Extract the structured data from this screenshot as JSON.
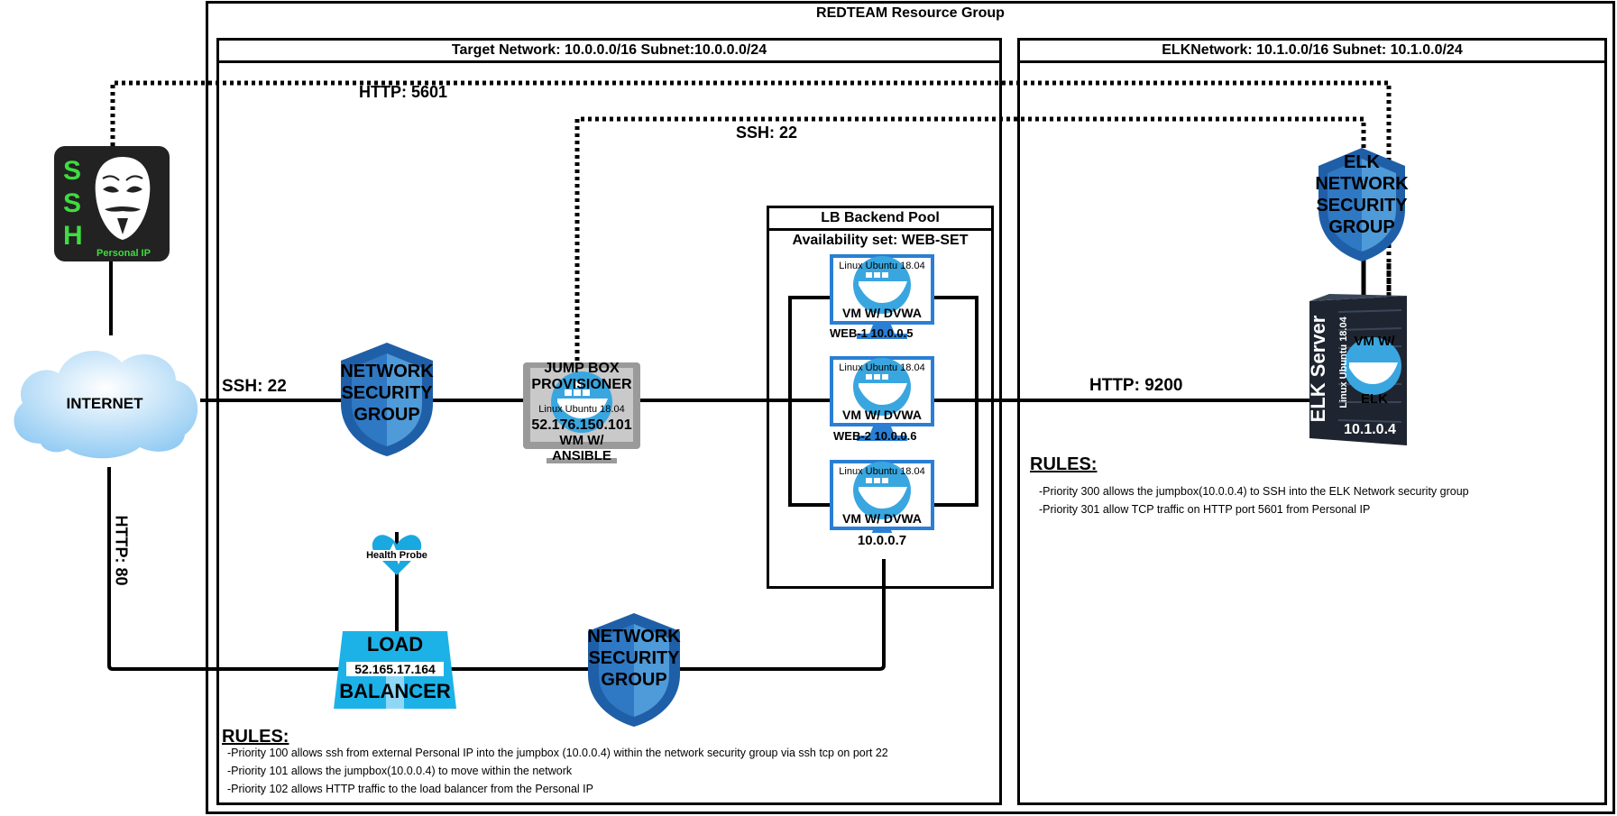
{
  "resource_group": {
    "title": "REDTEAM Resource Group"
  },
  "target_network": {
    "title": "Target Network: 10.0.0.0/16 Subnet:10.0.0.0/24"
  },
  "elk_network": {
    "title": "ELKNetwork: 10.1.0.0/16 Subnet: 10.1.0.0/24"
  },
  "ssh_user": {
    "letters": [
      "S",
      "S",
      "H"
    ],
    "caption": "Personal IP"
  },
  "internet": {
    "label": "INTERNET"
  },
  "connections": {
    "http_5601": "HTTP: 5601",
    "ssh_22_top": "SSH: 22",
    "ssh_22_left": "SSH: 22",
    "http_80": "HTTP: 80",
    "http_9200": "HTTP: 9200"
  },
  "nsg_target": {
    "lines": [
      "NETWORK",
      "SECURITY",
      "GROUP"
    ]
  },
  "nsg_lb": {
    "lines": [
      "NETWORK",
      "SECURITY",
      "GROUP"
    ]
  },
  "nsg_elk": {
    "lines": [
      "ELK",
      "NETWORK",
      "SECURITY",
      "GROUP"
    ]
  },
  "jumpbox": {
    "title_lines": [
      "JUMP BOX",
      "PROVISIONER"
    ],
    "os": "Linux Ubuntu 18.04",
    "ip": "52.176.150.101",
    "desc_lines": [
      "WM W/",
      "ANSIBLE"
    ]
  },
  "backend_pool": {
    "title": "LB Backend Pool",
    "availability_set": "Availability set: WEB-SET",
    "vms": [
      {
        "os": "Linux Ubuntu 18.04",
        "label": "VM W/ DVWA",
        "name": "WEB-1 10.0.0.5"
      },
      {
        "os": "Linux Ubuntu 18.04",
        "label": "VM W/ DVWA",
        "name": "WEB-2 10.0.0.6"
      },
      {
        "os": "Linux Ubuntu 18.04",
        "label": "VM W/ DVWA",
        "name": "10.0.0.7"
      }
    ]
  },
  "health_probe": {
    "label": "Health Probe"
  },
  "load_balancer": {
    "line1": "LOAD",
    "ip": "52.165.17.164",
    "line2": "BALANCER"
  },
  "elk_server": {
    "vertical_title": "ELK Server",
    "os": "Linux Ubuntu 18.04",
    "vm_label": "VM W/",
    "elk_label": "ELK",
    "ip": "10.1.0.4"
  },
  "target_rules": {
    "title": "RULES:",
    "items": [
      "-Priority 100 allows ssh from external Personal IP into the jumpbox (10.0.0.4) within the network security group via ssh tcp on port 22",
      "-Priority 101 allows the jumpbox(10.0.0.4) to move within the network",
      "-Priority 102 allows HTTP traffic to the load balancer from the Personal IP"
    ]
  },
  "elk_rules": {
    "title": "RULES:",
    "items": [
      "-Priority 300 allows the jumpbox(10.0.0.4) to SSH into the ELK Network security group",
      "-Priority 301 allow TCP traffic on HTTP port 5601 from Personal IP"
    ]
  },
  "colors": {
    "shield_dark": "#1f5fa8",
    "shield_light": "#4f9ad8",
    "monitor_blue": "#2a7fd4",
    "docker_blue": "#39a6e0",
    "lb_blue": "#1cb2e8",
    "ssh_green": "#3fdc3f",
    "server_dark": "#1e2530",
    "cloud_light": "#c8e6fb",
    "heart_blue": "#1aa8e0"
  }
}
